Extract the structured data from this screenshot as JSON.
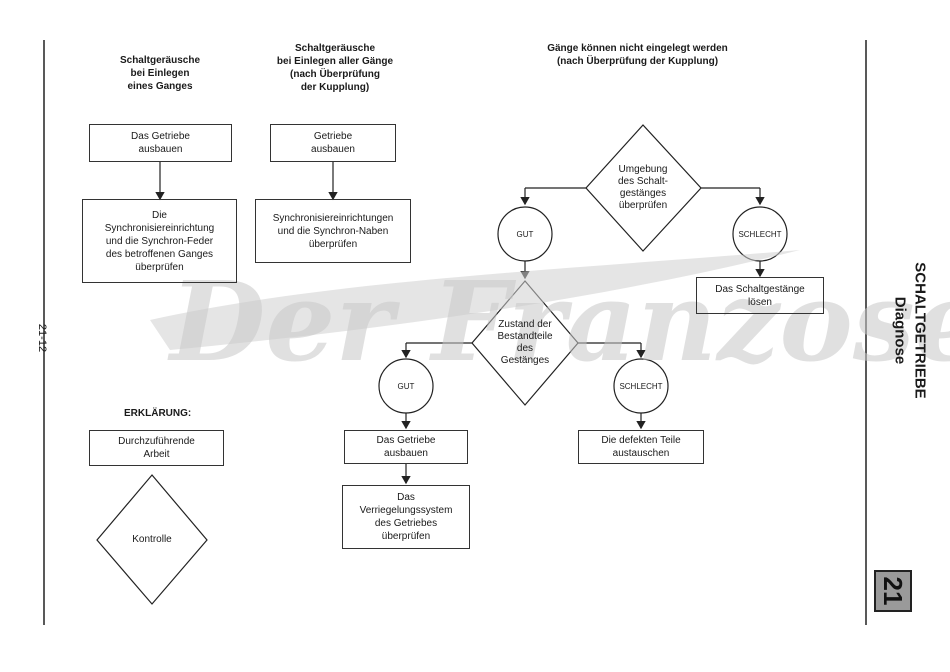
{
  "headers": {
    "col1": "Schaltgeräusche\nbei Einlegen\neines Ganges",
    "col2": "Schaltgeräusche\nbei Einlegen aller Gänge\n(nach Überprüfung\nder Kupplung)",
    "col3": "Gänge können nicht eingelegt werden\n(nach Überprüfung der Kupplung)"
  },
  "boxes": {
    "b1": "Das Getriebe\nausbauen",
    "b2": "Die\nSynchronisiereinrichtung\nund die Synchron-Feder\ndes betroffenen Ganges\nüberprüfen",
    "b3": "Getriebe\nausbauen",
    "b4": "Synchronisiereinrichtungen\nund die Synchron-Naben\nüberprüfen",
    "b5": "Das Schaltgestänge\nlösen",
    "b6": "Das Getriebe\nausbauen",
    "b7": "Das\nVerriegelungssystem\ndes Getriebes\nüberprüfen",
    "b8": "Die defekten Teile\naustauschen"
  },
  "decisions": {
    "d1": "Umgebung\ndes Schalt-\ngestänges\nüberprüfen",
    "d2": "Zustand der\nBestandteile\ndes\nGestänges"
  },
  "circles": {
    "c1": "GUT",
    "c2": "SCHLECHT",
    "c3": "GUT",
    "c4": "SCHLECHT"
  },
  "legend": {
    "title": "ERKLÄRUNG:",
    "work": "Durchzuführende\nArbeit",
    "check": "Kontrolle"
  },
  "side": {
    "page_number": "21-12",
    "title": "SCHALTGETRIEBE",
    "subtitle": "Diagnose",
    "chapter": "21"
  },
  "watermark": "Der Franzose"
}
